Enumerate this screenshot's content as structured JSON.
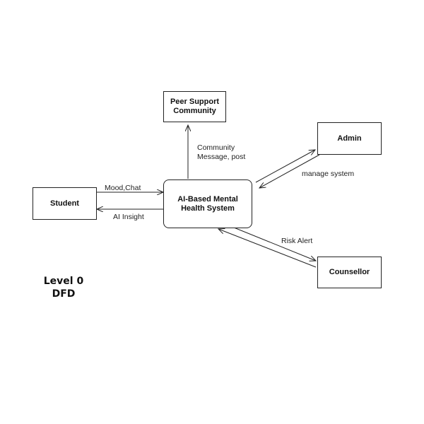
{
  "process": {
    "label": "AI-Based Mental Health System"
  },
  "entities": {
    "peer_support": "Peer Support Community",
    "admin": "Admin",
    "student": "Student",
    "counsellor": "Counsellor"
  },
  "flows": {
    "community": "Community\nMessage, post",
    "manage": "manage system",
    "mood_chat": "Mood,Chat",
    "ai_insight": "AI Insight",
    "risk_alert": "Risk Alert"
  },
  "diagram_title": "Level 0\nDFD"
}
